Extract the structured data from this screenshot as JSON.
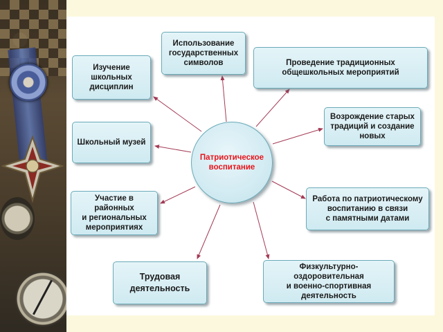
{
  "center": {
    "label": "Патриотическое\nвоспитание"
  },
  "nodes": [
    {
      "id": "symbols",
      "label": "Использование\nгосударственных\nсимволов"
    },
    {
      "id": "events",
      "label": "Проведение традиционных\nобщешкольных мероприятий"
    },
    {
      "id": "traditions",
      "label": "Возрождение старых\nтрадиций и создание\nновых"
    },
    {
      "id": "dates",
      "label": "Работа по патриотическому\nвоспитанию в связи\nс памятными датами"
    },
    {
      "id": "sport",
      "label": "Физкультурно-оздоровительная\nи военно-спортивная\nдеятельность"
    },
    {
      "id": "labor",
      "label": "Трудовая\nдеятельность"
    },
    {
      "id": "regional",
      "label": "Участие в районных\nи региональных\nмероприятиях"
    },
    {
      "id": "museum",
      "label": "Школьный музей"
    },
    {
      "id": "subjects",
      "label": "Изучение\nшкольных\nдисциплин"
    }
  ],
  "colors": {
    "center_text": "#e8141b",
    "node_fill": "#d8eef4",
    "node_border": "#6aaab8",
    "arrow": "#a33a55",
    "slide_background": "#fbf8de"
  }
}
